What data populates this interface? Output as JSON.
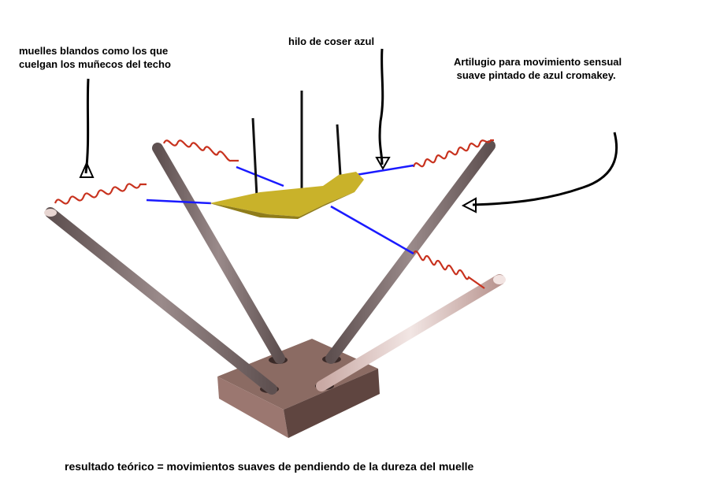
{
  "labels": {
    "springs": "muelles blandos como los que\ncuelgan los muñecos del techo",
    "thread": "hilo de coser azul",
    "device": "Artilugio para movimiento sensual\n suave pintado de azul cromakey.",
    "result": "resultado teórico = movimientos suaves de pendiendo de la dureza del muelle"
  },
  "colors": {
    "spring": "#c8321e",
    "thread": "#1a1aff",
    "device": "#c9b22a",
    "rod": "#7a6a6a",
    "base": "#8a6a62"
  }
}
